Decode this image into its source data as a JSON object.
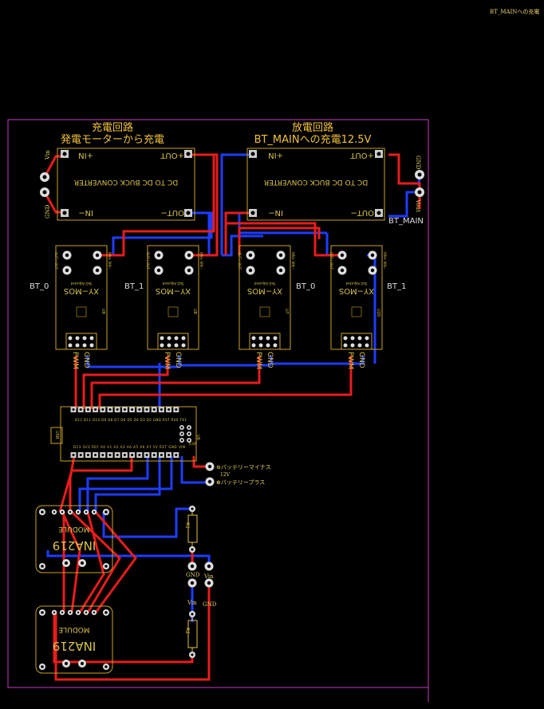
{
  "corner_note": "BT_MAINへの充電",
  "titles": {
    "charge_line1": "充電回路",
    "charge_line2": "発電モーターから充電",
    "discharge_line1": "放電回路",
    "discharge_line2": "BT_MAINへの充電12.5V"
  },
  "converters": {
    "in_plus": "+IN",
    "in_minus": "IN−",
    "out_plus": "+OUT",
    "out_minus": "OUT−",
    "text": "DC TO DC BUCK CONVERTER"
  },
  "pins": {
    "vin": "Vin",
    "gnd": "GND",
    "vout": "Vout"
  },
  "labels": {
    "bt_0": "BT_0",
    "bt_1": "BT_1",
    "bt_main": "BT_MAIN"
  },
  "mos": {
    "name": "XY−MOS",
    "sub": "5kΩ Adjusted",
    "out_plus": "OUT+",
    "out_minus": "OUT−",
    "vin_plus": "VIN+",
    "vin_minus": "VIN−",
    "pwm": "PWM",
    "gnd": "GND",
    "refs": [
      "U9",
      "U8",
      "U7",
      "U20"
    ]
  },
  "mcu": {
    "ref": "U6",
    "usb": "USB",
    "top_pins": "D12 D11 D10 D9 D8 D7 D6 D5 D4 D3 D2 GND RST RX0 TX1",
    "bottom_pins": "D13 3V3 REF A0 A1 A2 A3 A4 A5 A6 A7 5V RST GND VIN",
    "icsp": "ICSP"
  },
  "battery": {
    "minus": "⊖バッテリーマイナス",
    "plus": "⊕バッテリープラス",
    "voltage": "12V"
  },
  "resistors": {
    "r1": "R1",
    "r2": "R2"
  },
  "ina": {
    "name": "INA219",
    "module": "MODULE"
  }
}
